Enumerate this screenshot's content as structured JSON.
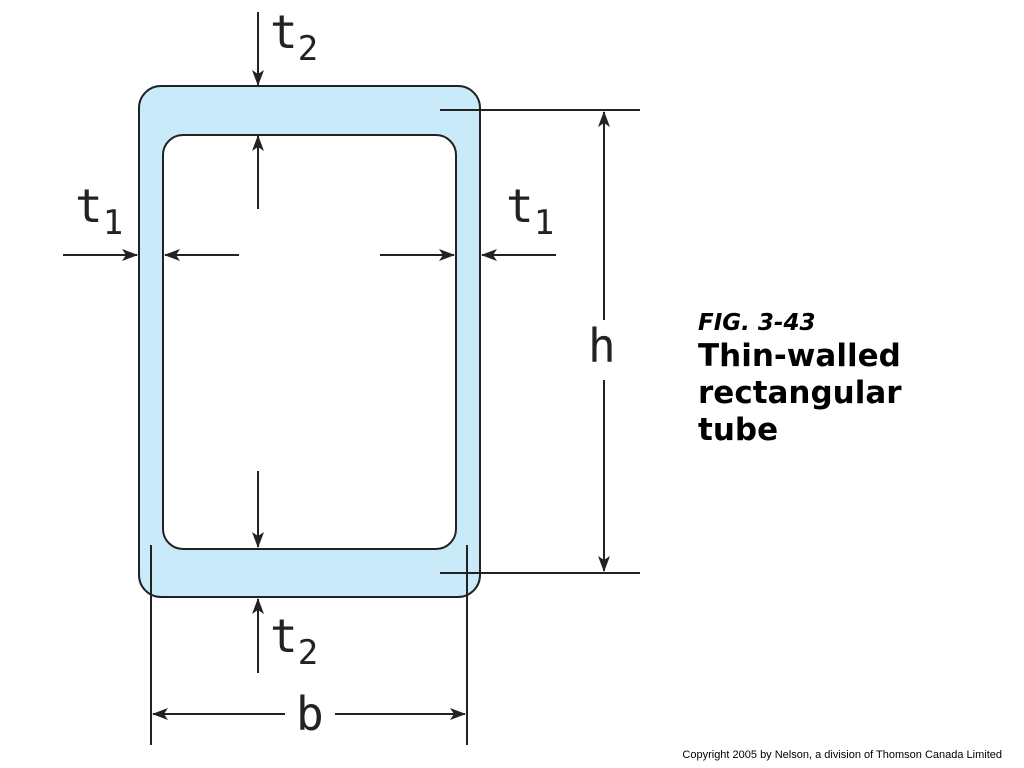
{
  "diagram": {
    "labels": {
      "t2_top": {
        "letter": "t",
        "sub": "2"
      },
      "t2_bottom": {
        "letter": "t",
        "sub": "2"
      },
      "t1_left": {
        "letter": "t",
        "sub": "1"
      },
      "t1_right": {
        "letter": "t",
        "sub": "1"
      },
      "h": "h",
      "b": "b"
    },
    "colors": {
      "wall_fill": "#c9eaf8",
      "outline": "#222222",
      "interior": "#ffffff"
    }
  },
  "caption": {
    "fig_number": "FIG. 3-43",
    "title_lines": [
      "Thin-walled",
      "rectangular",
      "tube"
    ]
  },
  "footer": {
    "copyright": "Copyright 2005 by Nelson, a division of Thomson Canada Limited"
  }
}
